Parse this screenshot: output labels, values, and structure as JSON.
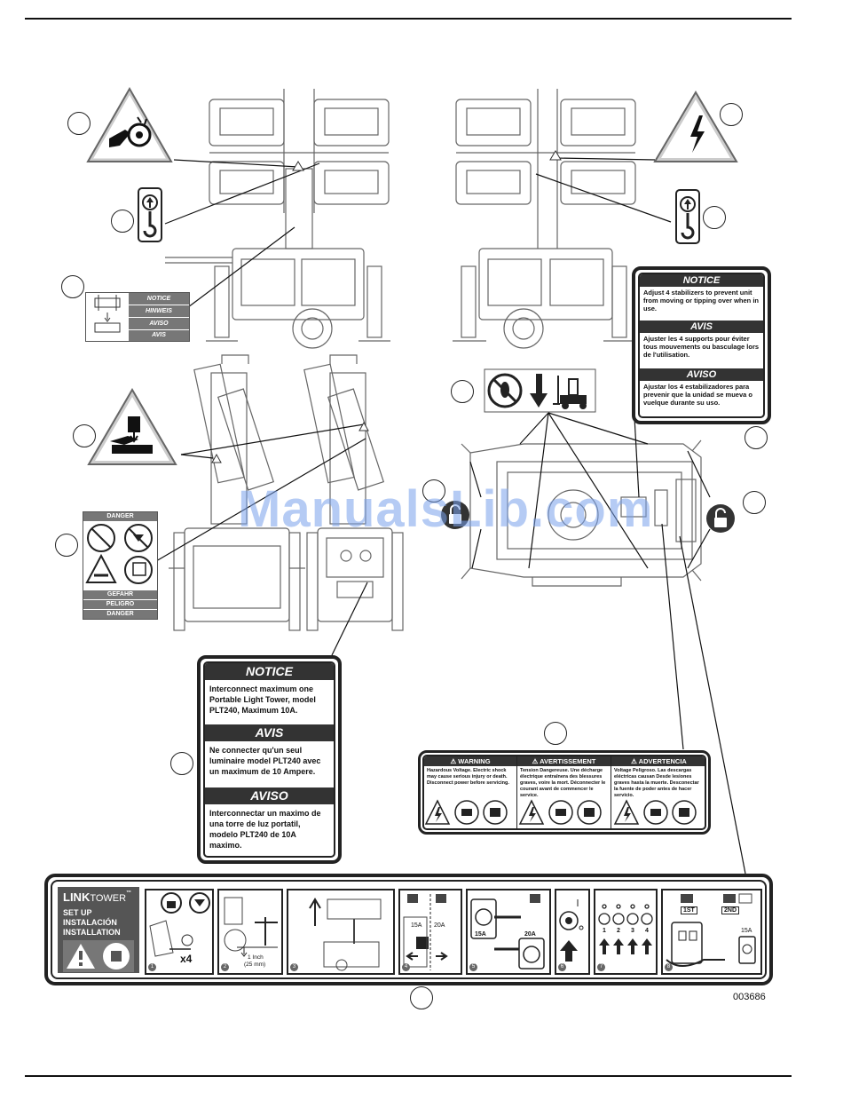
{
  "notice_stabilizers": {
    "h1": "NOTICE",
    "t1": "Adjust 4 stabilizers to prevent unit from moving or tipping over when in use.",
    "h2": "AVIS",
    "t2": "Ajuster les 4 supports pour éviter tous mouvements ou basculage lors de l'utilisation.",
    "h3": "AVISO",
    "t3": "Ajustar los 4 estabilizadores para prevenir que la unidad se mueva o vuelque durante su uso."
  },
  "notice_interconnect": {
    "h1": "NOTICE",
    "t1": "Interconnect maximum one Portable Light Tower, model PLT240, Maximum 10A.",
    "h2": "AVIS",
    "t2": "Ne connecter qu'un seul luminaire model PLT240 avec un maximum de 10 Ampere.",
    "h3": "AVISO",
    "t3": "Interconnectar un maximo de una torre de luz portatil, modelo PLT240 de 10A maximo."
  },
  "small_notice_labels": [
    "NOTICE",
    "HINWEIS",
    "AVISO",
    "AVIS"
  ],
  "danger_decal": {
    "top": "DANGER",
    "bottom": [
      "GEFAHR",
      "PELIGRO",
      "DANGER"
    ]
  },
  "warning_decal": {
    "cols": [
      {
        "head": "WARNING",
        "text": "Hazardous Voltage. Electric shock may cause serious injury or death. Disconnect power before servicing."
      },
      {
        "head": "AVERTISSEMENT",
        "text": "Tension Dangereuse. Une décharge électrique entraînera des blessures graves, voire la mort. Déconnecter le courant avant de commencer le service."
      },
      {
        "head": "ADVERTENCIA",
        "text": "Voltage Peligroso. Las descargas eléctricas causan Desde lesiones graves hasta la muerte. Desconectar la fuente de poder antes de hacer servicio."
      }
    ]
  },
  "linktower": {
    "brand_bold": "LINK",
    "brand_rest": "TOWER",
    "tm": "™",
    "lines": [
      "SET UP",
      "INSTALACIÓN",
      "INSTALLATION"
    ],
    "step1_qty": "x4",
    "step2_measure": "1 Inch",
    "step2_measure_mm": "(25 mm)",
    "step4_a": "15A",
    "step4_b": "20A",
    "step5_a": "15A",
    "step5_b": "20A",
    "step7_nums": [
      "1",
      "2",
      "3",
      "4"
    ],
    "step8_first": "1ST",
    "step8_second": "2ND",
    "step8_amp": "15A",
    "steps": [
      "1",
      "2",
      "3",
      "4",
      "5",
      "6",
      "7",
      "8"
    ]
  },
  "watermark": "ManualsLib.com",
  "doc_number": "003686",
  "colors": {
    "dark": "#333333",
    "line": "#222222",
    "watermark": "#78a0eb"
  }
}
